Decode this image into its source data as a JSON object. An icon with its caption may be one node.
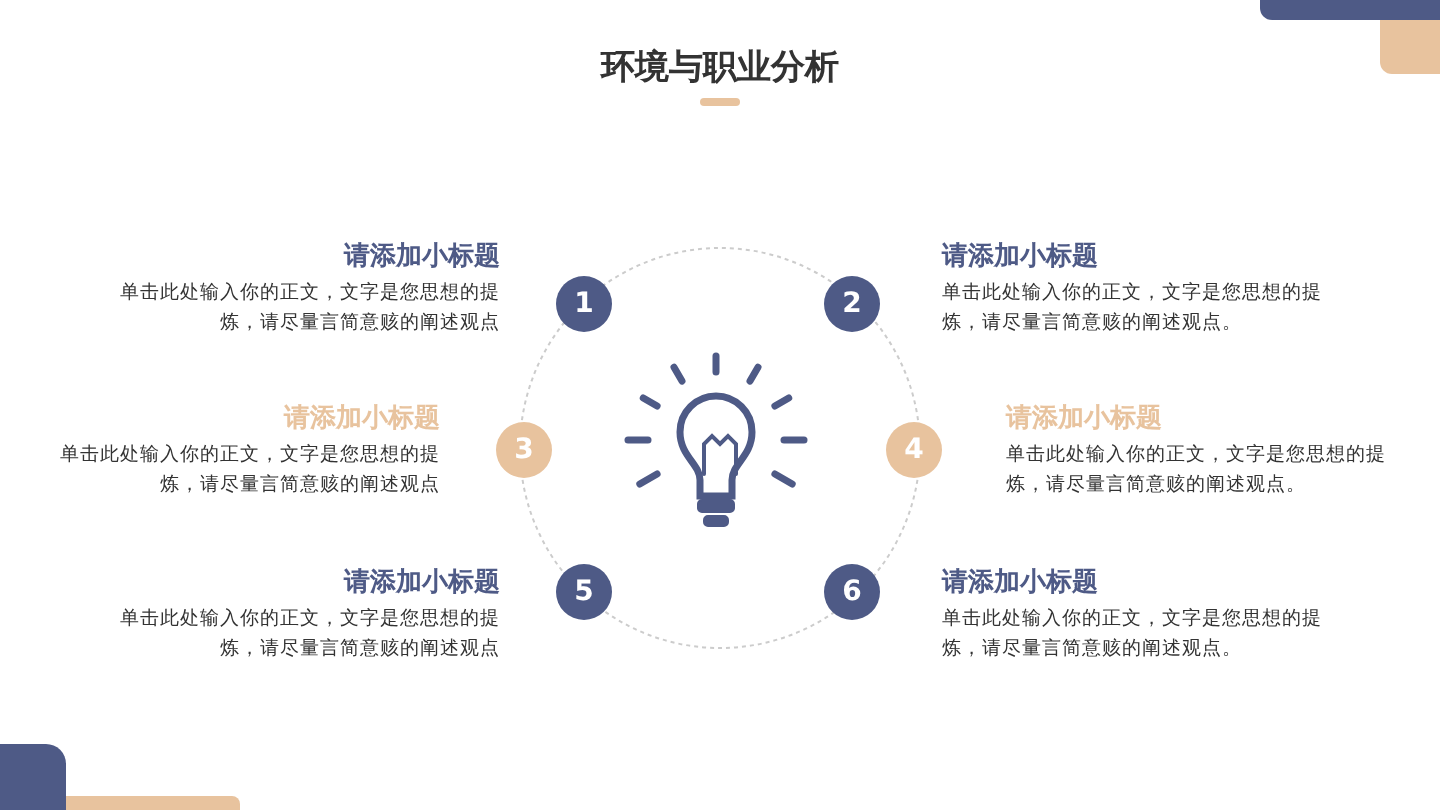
{
  "diagram": {
    "title": "环境与职业分析",
    "nodes": [
      {
        "text": [
          "1"
        ],
        "beside": [
          "请添加小标题",
          "单击此处输入你的正文，文字是您思想的提炼，请尽量言简意赅的阐述观点"
        ]
      },
      {
        "text": [
          "2"
        ],
        "beside": [
          "请添加小标题",
          "单击此处输入你的正文，文字是您思想的提炼，请尽量言简意赅的阐述观点。"
        ]
      },
      {
        "text": [
          "3"
        ],
        "beside": [
          "请添加小标题",
          "单击此处输入你的正文，文字是您思想的提炼，请尽量言简意赅的阐述观点"
        ]
      },
      {
        "text": [
          "4"
        ],
        "beside": [
          "请添加小标题",
          "单击此处输入你的正文，文字是您思想的提炼，请尽量言简意赅的阐述观点。"
        ]
      },
      {
        "text": [
          "5"
        ],
        "beside": [
          "请添加小标题",
          "单击此处输入你的正文，文字是您思想的提炼，请尽量言简意赅的阐述观点"
        ]
      },
      {
        "text": [
          "6"
        ],
        "beside": [
          "请添加小标题",
          "单击此处输入你的正文，文字是您思想的提炼，请尽量言简意赅的阐述观点。"
        ]
      }
    ]
  }
}
